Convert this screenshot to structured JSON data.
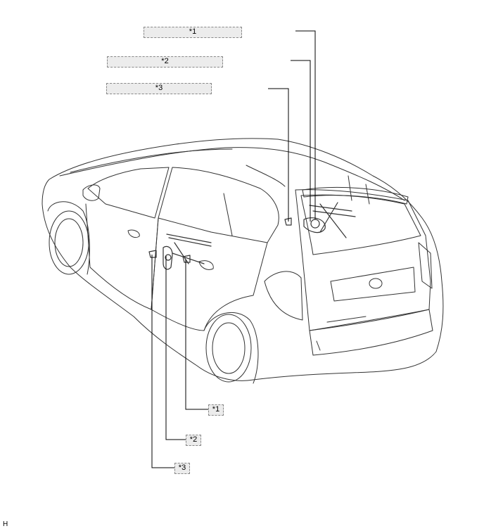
{
  "callouts_top": [
    {
      "id": "c1",
      "label": "*1"
    },
    {
      "id": "c2",
      "label": "*2"
    },
    {
      "id": "c3",
      "label": "*3"
    }
  ],
  "callouts_bottom": [
    {
      "id": "c1",
      "label": "*1"
    },
    {
      "id": "c2",
      "label": "*2"
    },
    {
      "id": "c3",
      "label": "*3"
    }
  ],
  "figure_code": "H"
}
